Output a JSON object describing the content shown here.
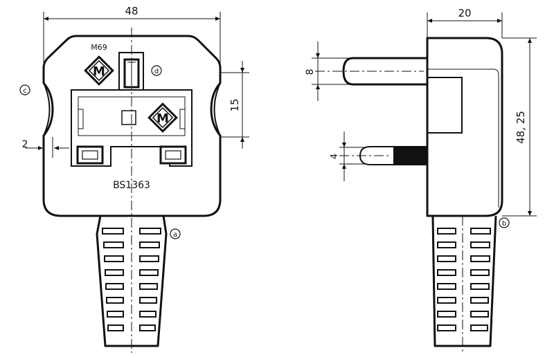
{
  "front_view": {
    "width_dim": "48",
    "side_dim": "15",
    "gap_dim": "2",
    "mark_code": "M69",
    "standard_text": "BS1363",
    "logo_letter": "M",
    "refs": {
      "c": "c",
      "d": "d",
      "a": "a"
    }
  },
  "side_view": {
    "depth_dim": "20",
    "height_dim": "48, 25",
    "pin_dim": "8",
    "small_pin_dim": "4",
    "refs": {
      "b": "b"
    }
  }
}
